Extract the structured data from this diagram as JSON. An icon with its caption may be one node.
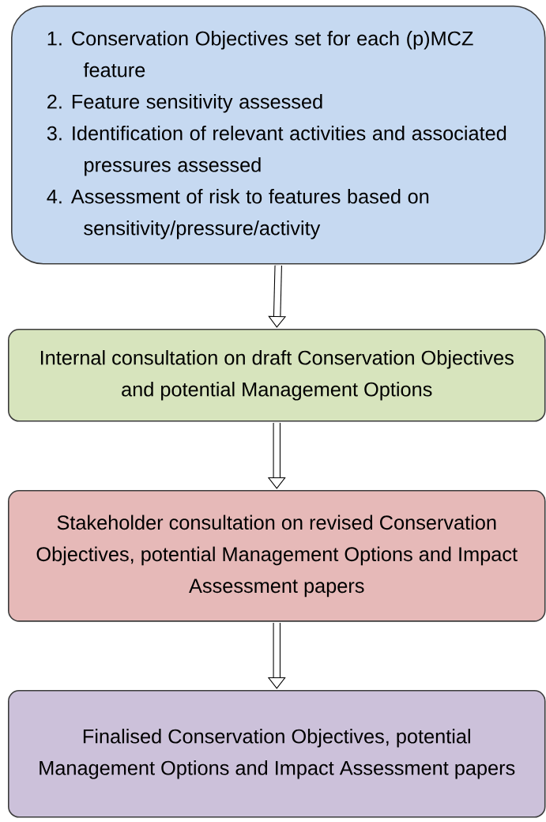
{
  "diagram": {
    "nodes": [
      {
        "text": [
          "1. Conservation Objectives set for each (p)MCZ feature",
          "2. Feature sensitivity assessed",
          "3. Identification of relevant activities and associated pressures assessed",
          "4. Assessment of risk to features based on sensitivity/pressure/activity"
        ]
      },
      {
        "text": [
          "Internal consultation on draft Conservation Objectives and potential Management Options"
        ]
      },
      {
        "text": [
          "Stakeholder consultation on revised Conservation Objectives, potential Management Options and Impact Assessment papers"
        ]
      },
      {
        "text": [
          "Finalised Conservation Objectives, potential Management Options and Impact Assessment papers"
        ]
      }
    ],
    "edges": [
      {
        "from": 0,
        "to": 1,
        "arrow": "to"
      },
      {
        "from": 1,
        "to": 2,
        "arrow": "to"
      },
      {
        "from": 2,
        "to": 3,
        "arrow": "to"
      }
    ]
  }
}
